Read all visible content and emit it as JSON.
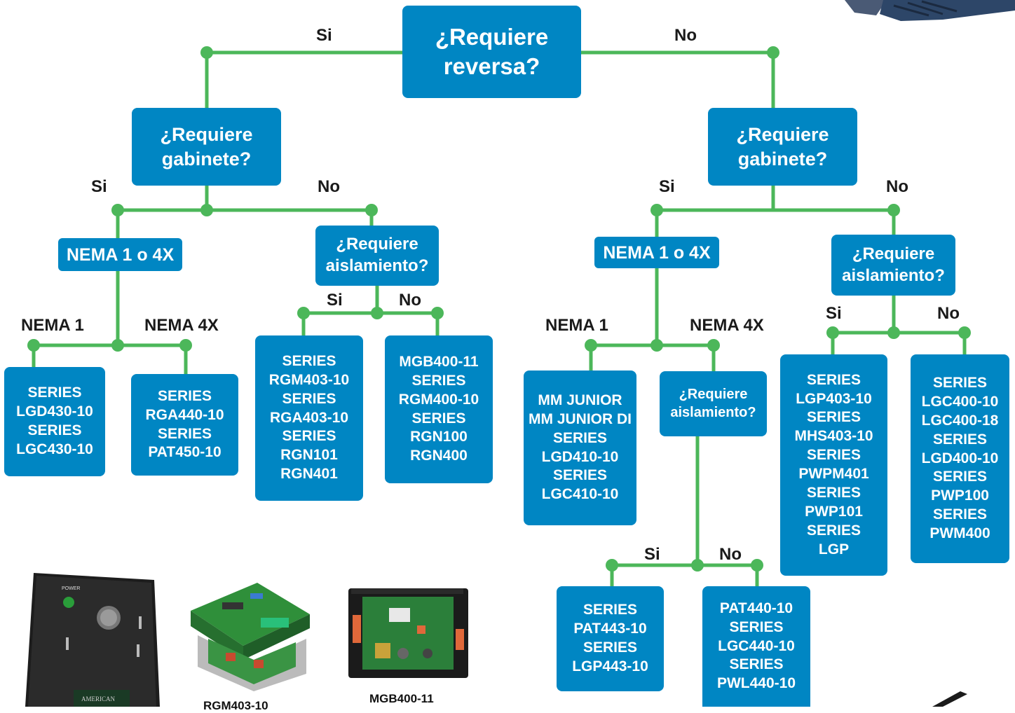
{
  "colors": {
    "box": "#0086c3",
    "connector": "#4cb75a",
    "text_on_box": "#ffffff",
    "label": "#1a1a1a"
  },
  "nodes": {
    "root": "¿Requiere\nreversa?",
    "left_gabinete": "¿Requiere\ngabinete?",
    "right_gabinete": "¿Requiere\ngabinete?",
    "left_nema": "NEMA 1 o 4X",
    "left_aislamiento": "¿Requiere\naislamiento?",
    "right_nema": "NEMA 1 o 4X",
    "right_aislamiento": "¿Requiere\naislamiento?",
    "nema4x_aislamiento": "¿Requiere\naislamiento?"
  },
  "labels": {
    "root_si": "Si",
    "root_no": "No",
    "lg_si": "Si",
    "lg_no": "No",
    "rg_si": "Si",
    "rg_no": "No",
    "l_nema1": "NEMA 1",
    "l_nema4x": "NEMA 4X",
    "la_si": "Si",
    "la_no": "No",
    "r_nema1": "NEMA 1",
    "r_nema4x": "NEMA 4X",
    "ra_si": "Si",
    "ra_no": "No",
    "n4_si": "Si",
    "n4_no": "No"
  },
  "products": {
    "lgd430": "SERIES\nLGD430-10\nSERIES\nLGC430-10",
    "rga440": "SERIES\nRGA440-10\nSERIES\nPAT450-10",
    "rgm403": "SERIES\nRGM403-10\nSERIES\nRGA403-10\nSERIES\nRGN101\nRGN401",
    "mgb400": "MGB400-11\nSERIES\nRGM400-10\nSERIES\nRGN100\nRGN400",
    "mmjunior": "MM JUNIOR\nMM JUNIOR DI\nSERIES\nLGD410-10\nSERIES\nLGC410-10",
    "lgp403": "SERIES\nLGP403-10\nSERIES\nMHS403-10\nSERIES\nPWPM401\nSERIES\nPWP101\nSERIES\nLGP",
    "lgc400": "SERIES\nLGC400-10\nLGC400-18\nSERIES\nLGD400-10\nSERIES\nPWP100\nSERIES\nPWM400",
    "pat443": "SERIES\nPAT443-10\nSERIES\nLGP443-10",
    "pat440": "PAT440-10\nSERIES\nLGC440-10\nSERIES\nPWL440-10"
  },
  "captions": {
    "rgm": "RGM403-10",
    "mgb": "MGB400-11"
  },
  "device_text": {
    "brand": "AMERICAN",
    "power": "POWER"
  }
}
